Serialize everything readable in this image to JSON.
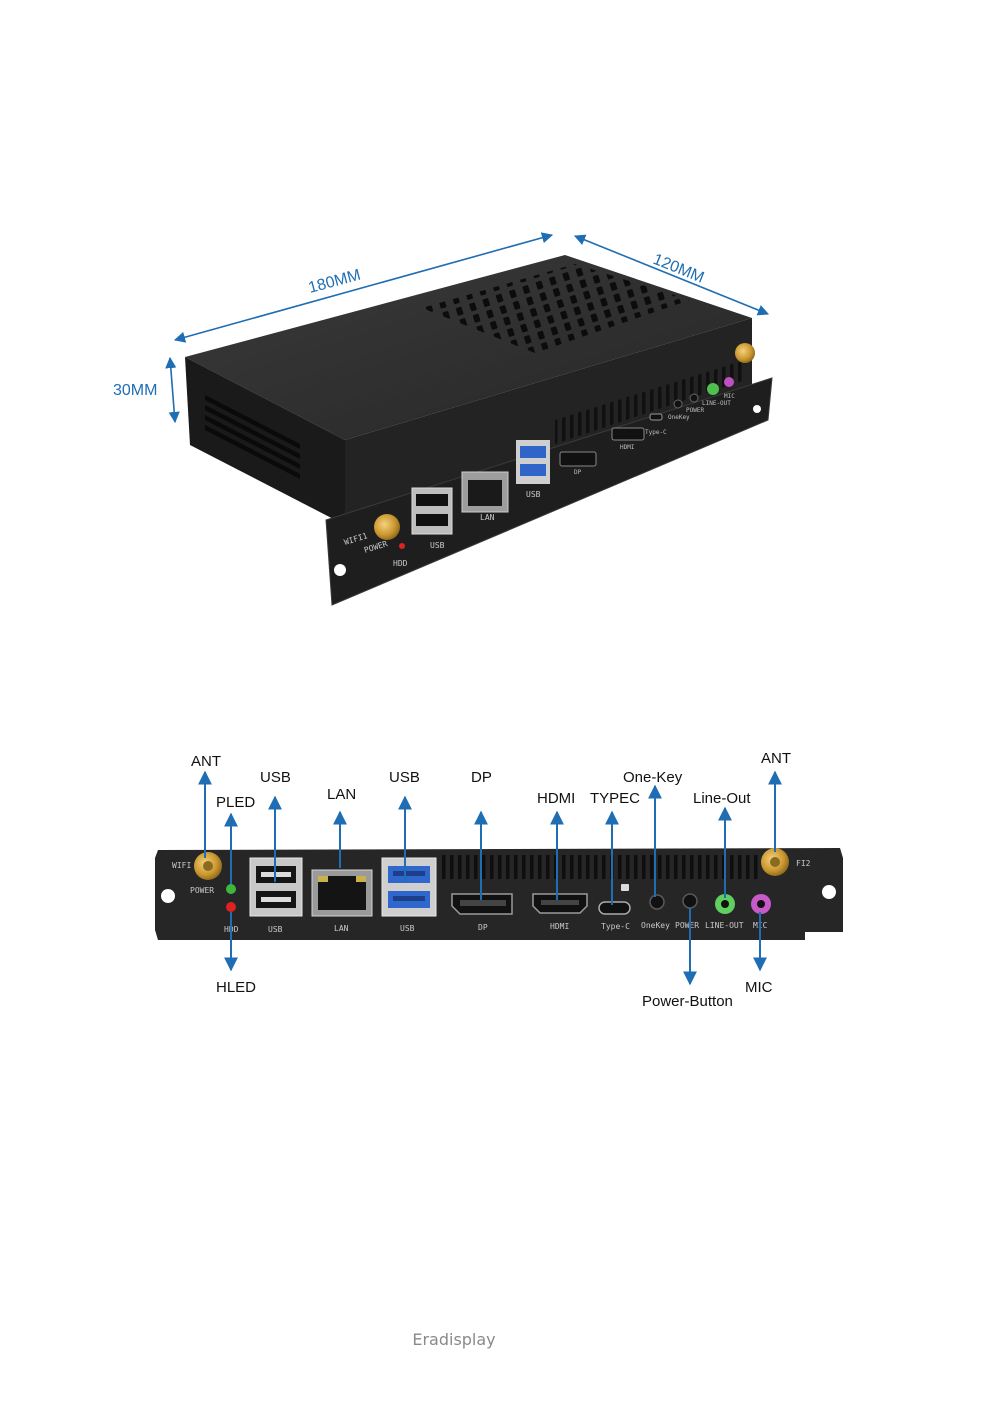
{
  "dimensions": {
    "length": "180MM",
    "width": "120MM",
    "height": "30MM"
  },
  "iso_panel_labels": {
    "wifi": "WIFI1",
    "power": "POWER",
    "hdd": "HDD",
    "usb_a": "USB",
    "lan": "LAN",
    "usb_b": "USB",
    "dp": "DP",
    "hdmi": "HDMI",
    "typec": "Type-C",
    "onekey": "OneKey",
    "pwr": "POWER",
    "lineout": "LINE-OUT",
    "mic": "MIC"
  },
  "callouts": {
    "ant_left": "ANT",
    "pled": "PLED",
    "usb_1": "USB",
    "lan": "LAN",
    "usb_2": "USB",
    "dp": "DP",
    "hdmi": "HDMI",
    "typec": "TYPEC",
    "one_key": "One-Key",
    "line_out": "Line-Out",
    "ant_right": "ANT",
    "hled": "HLED",
    "power_button": "Power-Button",
    "mic": "MIC"
  },
  "panel_labels": {
    "wifi1": "WIFI",
    "wifi2": "FI2",
    "power": "POWER",
    "hdd": "HDD",
    "usb_1": "USB",
    "lan": "LAN",
    "usb_2": "USB",
    "dp": "DP",
    "hdmi": "HDMI",
    "typec": "Type-C",
    "onekey": "OneKey",
    "power_btn": "POWER",
    "line_out": "LINE-OUT",
    "mic": "MIC"
  },
  "colors": {
    "dimension": "#1f6db3",
    "arrow": "#1f6db3",
    "chassis": "#2b2b2b"
  },
  "footer": {
    "brand": "Eradisplay"
  }
}
